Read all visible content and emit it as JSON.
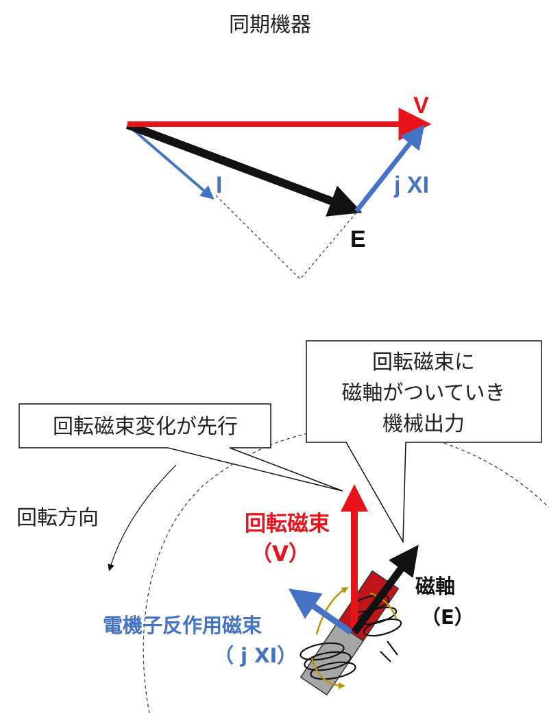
{
  "title": "同期機器",
  "phasor": {
    "v_label": "V",
    "i_label": "I",
    "jxi_label": "j XI",
    "e_label": "E"
  },
  "callouts": {
    "lead": "回転磁束変化が先行",
    "follow": [
      "回転磁束に",
      "磁軸がついていき",
      "機械出力"
    ]
  },
  "rotation_label": "回転方向",
  "labels": {
    "rot_flux": "回転磁束",
    "rot_flux_sym": "（V）",
    "mag_axis": "磁軸",
    "mag_axis_sym": "（E）",
    "armature": "電機子反作用磁束",
    "armature_sym": "（ j XI）"
  },
  "colors": {
    "red": "#e8141b",
    "blue": "#4472c4",
    "black": "#111111",
    "rotor_red": "#c0141b",
    "rotor_gray": "#a6a6a6",
    "coil_gold": "#b8960c"
  }
}
